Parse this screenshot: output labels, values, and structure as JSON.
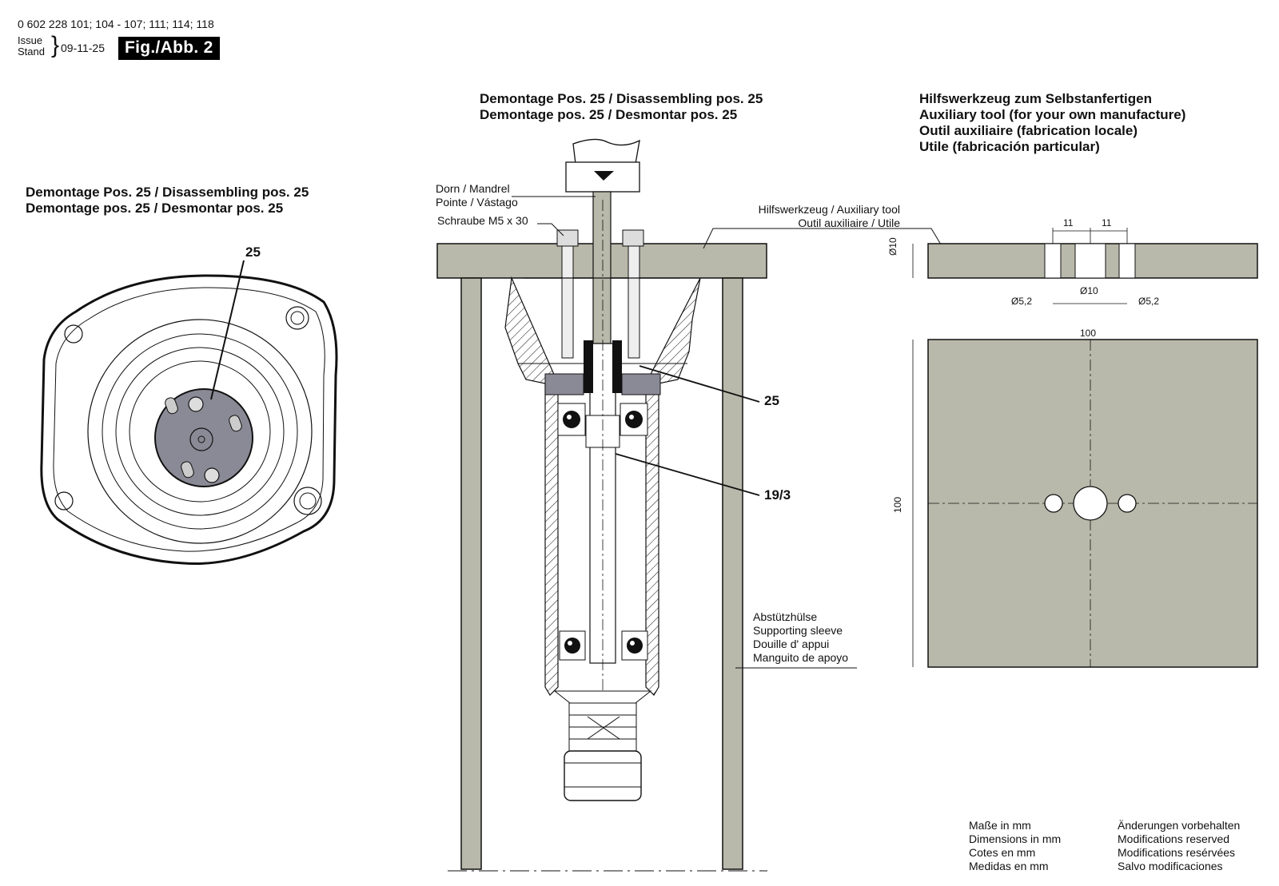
{
  "header": {
    "part_numbers": "0 602 228 101; 104 - 107; 111; 114; 118",
    "issue_label": "Issue",
    "stand_label": "Stand",
    "date": "09-11-25",
    "figure": "Fig./Abb. 2"
  },
  "left_view": {
    "title_line1": "Demontage Pos. 25 / Disassembling pos. 25",
    "title_line2": "Demontage pos. 25 / Desmontar pos. 25",
    "callout": "25"
  },
  "center_view": {
    "title_line1": "Demontage Pos. 25 / Disassembling pos. 25",
    "title_line2": "Demontage pos. 25 / Desmontar pos. 25",
    "mandrel_line1": "Dorn / Mandrel",
    "mandrel_line2": "Pointe / Vástago",
    "screw": "Schraube M5 x 30",
    "aux_tool_line1": "Hilfswerkzeug / Auxiliary tool",
    "aux_tool_line2": "Outil auxiliaire / Utile",
    "callout_25": "25",
    "callout_19_3": "19/3",
    "sleeve_line1": "Abstützhülse",
    "sleeve_line2": "Supporting sleeve",
    "sleeve_line3": "Douille d' appui",
    "sleeve_line4": "Manguito de apoyo"
  },
  "right_view": {
    "title_line1": "Hilfswerkzeug zum Selbstanfertigen",
    "title_line2": "Auxiliary tool (for your own manufacture)",
    "title_line3": "Outil auxiliaire (fabrication locale)",
    "title_line4": "Utile (fabricación particular)",
    "dim_11a": "11",
    "dim_11b": "11",
    "dim_thickness": "Ø10",
    "dim_hole_left": "Ø5,2",
    "dim_hole_center": "Ø10",
    "dim_hole_right": "Ø5,2",
    "dim_width": "100",
    "dim_height": "100"
  },
  "notes": {
    "units_line1": "Maße in mm",
    "units_line2": "Dimensions in mm",
    "units_line3": "Cotes en mm",
    "units_line4": "Medidas en mm",
    "mods_line1": "Änderungen vorbehalten",
    "mods_line2": "Modifications reserved",
    "mods_line3": "Modifications resérvées",
    "mods_line4": "Salvo modificaciones"
  },
  "colors": {
    "tool_fill": "#b9b9ab",
    "part_fill": "#8a8a96",
    "line": "#111111"
  }
}
